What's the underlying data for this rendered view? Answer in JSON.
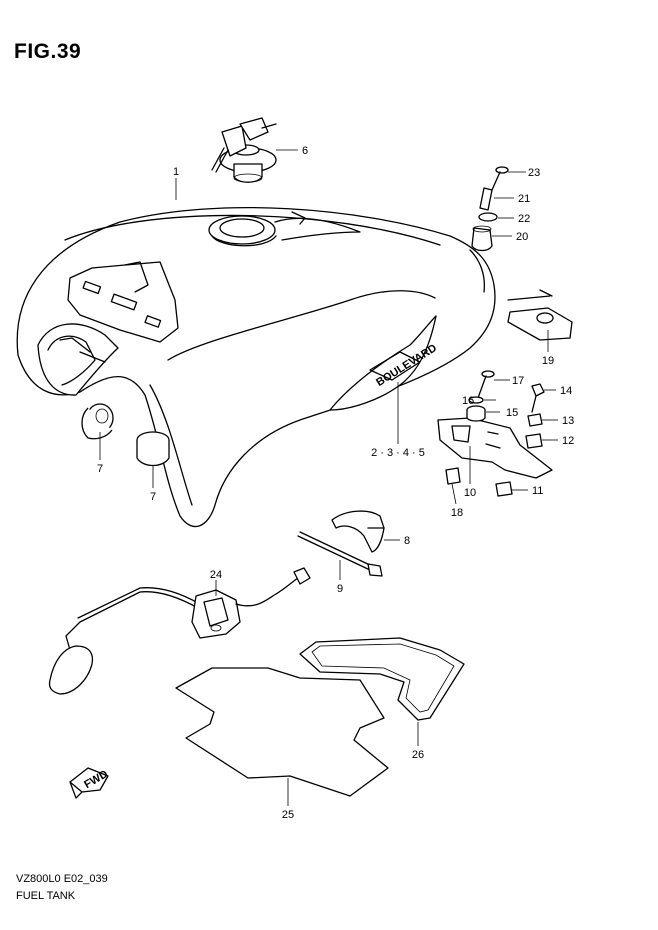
{
  "figure": {
    "title": "FIG.39",
    "code": "VZ800L0 E02_039",
    "name": "FUEL TANK"
  },
  "tank_emblem": "BOULEVARD",
  "direction_marker": "FWD",
  "callouts": [
    {
      "id": "1",
      "label": "1"
    },
    {
      "id": "6",
      "label": "6"
    },
    {
      "id": "23",
      "label": "23"
    },
    {
      "id": "21",
      "label": "21"
    },
    {
      "id": "22",
      "label": "22"
    },
    {
      "id": "20",
      "label": "20"
    },
    {
      "id": "19",
      "label": "19"
    },
    {
      "id": "17",
      "label": "17"
    },
    {
      "id": "14",
      "label": "14"
    },
    {
      "id": "16",
      "label": "16"
    },
    {
      "id": "15",
      "label": "15"
    },
    {
      "id": "13",
      "label": "13"
    },
    {
      "id": "12",
      "label": "12"
    },
    {
      "id": "2345",
      "label": "2 · 3 · 4 · 5"
    },
    {
      "id": "10",
      "label": "10"
    },
    {
      "id": "11",
      "label": "11"
    },
    {
      "id": "18",
      "label": "18"
    },
    {
      "id": "7a",
      "label": "7"
    },
    {
      "id": "7b",
      "label": "7"
    },
    {
      "id": "8",
      "label": "8"
    },
    {
      "id": "9",
      "label": "9"
    },
    {
      "id": "24",
      "label": "24"
    },
    {
      "id": "26",
      "label": "26"
    },
    {
      "id": "25",
      "label": "25"
    }
  ]
}
